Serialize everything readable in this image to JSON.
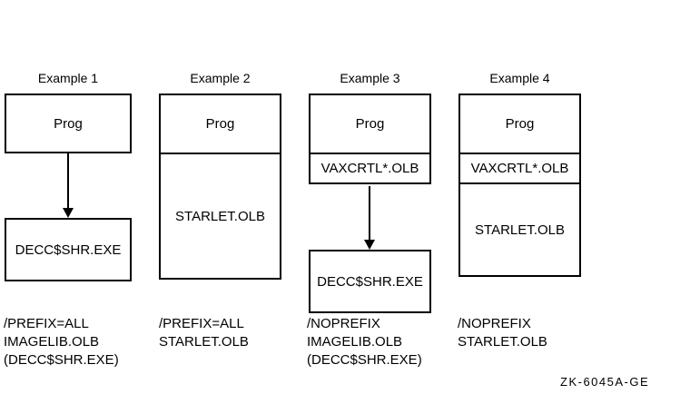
{
  "examples": [
    {
      "label": "Example 1",
      "boxes": {
        "prog": "Prog",
        "shared_image": "DECC$SHR.EXE"
      },
      "captions": [
        "/PREFIX=ALL",
        "IMAGELIB.OLB",
        "(DECC$SHR.EXE)"
      ]
    },
    {
      "label": "Example 2",
      "boxes": {
        "prog": "Prog",
        "starlet": "STARLET.OLB"
      },
      "captions": [
        "/PREFIX=ALL",
        "STARLET.OLB"
      ]
    },
    {
      "label": "Example 3",
      "boxes": {
        "prog": "Prog",
        "vaxcrtl": "VAXCRTL*.OLB",
        "shared_image": "DECC$SHR.EXE"
      },
      "captions": [
        "/NOPREFIX",
        "IMAGELIB.OLB",
        "(DECC$SHR.EXE)"
      ]
    },
    {
      "label": "Example 4",
      "boxes": {
        "prog": "Prog",
        "vaxcrtl": "VAXCRTL*.OLB",
        "starlet": "STARLET.OLB"
      },
      "captions": [
        "/NOPREFIX",
        "STARLET.OLB"
      ]
    }
  ],
  "figure_id": "ZK-6045A-GE"
}
